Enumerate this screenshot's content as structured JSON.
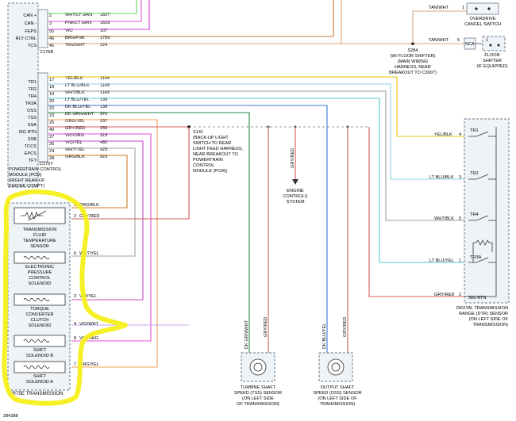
{
  "pcm": {
    "pins_top": [
      {
        "pin": "2",
        "color": "WHT/LT GRN",
        "circuit": "1827",
        "label": "CAN +"
      },
      {
        "pin": "3",
        "color": "PNK/LT GRN",
        "circuit": "1828",
        "label": "CAN -"
      },
      {
        "pin": "55",
        "color": "VIO",
        "circuit": "107",
        "label": "FEPS"
      },
      {
        "pin": "46",
        "color": "BRN/PNK",
        "circuit": "1789",
        "label": "RLY CTRL"
      },
      {
        "pin": "45",
        "color": "TAN/WHT",
        "circuit": "224",
        "label": "TCS"
      }
    ],
    "connector_top": "C175B",
    "pins_bottom": [
      {
        "pin": "17",
        "color": "YEL/BLK",
        "circuit": "1144",
        "label": "TR1"
      },
      {
        "pin": "18",
        "color": "LT BLU/BLK",
        "circuit": "1145",
        "label": "TR2"
      },
      {
        "pin": "19",
        "color": "WHT/BLK",
        "circuit": "1143",
        "label": "TR4"
      },
      {
        "pin": "20",
        "color": "LT BLU/YEL",
        "circuit": "199",
        "label": "TR3A"
      },
      {
        "pin": "22",
        "color": "DK BLU/YEL",
        "circuit": "136",
        "label": "OSS"
      },
      {
        "pin": "23",
        "color": "DK GRN/WHT",
        "circuit": "970",
        "label": "TSS"
      },
      {
        "pin": "25",
        "color": "ORG/YEL",
        "circuit": "237",
        "label": "SSA"
      },
      {
        "pin": "40",
        "color": "GRY/RED",
        "circuit": "359",
        "label": "SIG RTN"
      },
      {
        "pin": "27",
        "color": "VIO/ORG",
        "circuit": "315",
        "label": "SSB"
      },
      {
        "pin": "26",
        "color": "VIO/YEL",
        "circuit": "480",
        "label": "TCCS"
      },
      {
        "pin": "24",
        "color": "WHT/YEL",
        "circuit": "925",
        "label": "EPCS"
      },
      {
        "pin": "28",
        "color": "ORG/BLK",
        "circuit": "923",
        "label": "TFT"
      }
    ],
    "connector_bottom": "C175T",
    "description": [
      "POWERTRAIN CONTROL",
      "MODULE (PCM)",
      "(RIGHT REAR OF",
      "ENGINE COMPT)"
    ]
  },
  "overdrive": {
    "wire": "TAN/WHT",
    "pin": "1",
    "label": [
      "OVERDRIVE",
      "CANCEL SWITCH"
    ]
  },
  "floor_shifter": {
    "wire": "TAN/WHT",
    "pin": "5",
    "nca": "NCA",
    "pin2": "1",
    "label": [
      "FLOOR",
      "SHIFTER",
      "(IF EQUIPPED)"
    ]
  },
  "splice_s284": {
    "id": "S284",
    "label": [
      "(W/ FLOOR SHIFTER)",
      "(MAIN WIRING",
      "HARNESS, NEAR",
      "BREAKOUT TO C3007)"
    ]
  },
  "splice_s141": {
    "id": "S141",
    "label": [
      "(BACK-UP LIGHT",
      "SWITCH TO REAR",
      "LIGHT FEED HARNESS,",
      "NEAR BREAKOUT TO",
      "POWERTRAIN",
      "CONTROL",
      "MODULE (PCM))"
    ]
  },
  "ecs": {
    "wire": "GRY/RED",
    "label": [
      "ENGINE",
      "CONTROLS",
      "SYSTEM"
    ]
  },
  "dtr": {
    "switches": [
      "TR1",
      "TR2",
      "TR4",
      "TR3A"
    ],
    "pins": [
      {
        "pin": "4",
        "color": "YEL/BLK"
      },
      {
        "pin": "3",
        "color": "LT BLU/BLK"
      },
      {
        "pin": "5",
        "color": "WHT/BLK"
      },
      {
        "pin": "1",
        "color": "LT BLU/YEL"
      },
      {
        "pin": "2",
        "color": "GRY/RED"
      }
    ],
    "sig_rtn": "SIG RTN",
    "label": [
      "DIGITAL TRANSMISSION",
      "RANGE (DTR) SENSOR",
      "(ON LEFT SIDE OF",
      "TRANSMISSION)"
    ]
  },
  "transmission": {
    "title": "4R75E TRANSMISSION",
    "components": [
      {
        "name": [
          "TRANSMISSION",
          "FLUID",
          "TEMPERATURE",
          "SENSOR"
        ],
        "pins": [
          {
            "pin": "5",
            "color": "ORG/BLK"
          },
          {
            "pin": "2",
            "color": "GRY/RED"
          }
        ]
      },
      {
        "name": [
          "ELECTRONIC",
          "PRESSURE",
          "CONTROL",
          "SOLENOID"
        ],
        "pins": [
          {
            "pin": "6",
            "color": "WHT/YEL"
          }
        ]
      },
      {
        "name": [
          "TORQUE",
          "CONVERTER",
          "CLUTCH",
          "SOLENOID"
        ],
        "pins": [
          {
            "pin": "3",
            "color": "VIO/YEL"
          },
          {
            "pin": "4",
            "color": "VIO/WHT"
          }
        ]
      },
      {
        "name": [
          "SHIFT",
          "SOLENOID B"
        ],
        "pins": [
          {
            "pin": "8",
            "color": "VIO/ORG"
          }
        ]
      },
      {
        "name": [
          "SHIFT",
          "SOLENOID A"
        ],
        "pins": [
          {
            "pin": "7",
            "color": "ORG/YEL"
          }
        ]
      }
    ]
  },
  "tss": {
    "wires": [
      "DK GRN/WHT",
      "GRY/RED"
    ],
    "label": [
      "TURBINE SHAFT",
      "SPEED (TSS) SENSOR",
      "(ON LEFT SIDE",
      "OF TRANSMISSION)"
    ]
  },
  "oss": {
    "wires": [
      "DK BLU/YEL",
      "GRY/RED"
    ],
    "label": [
      "OUTPUT SHAFT",
      "SPEED (OSS) SENSOR",
      "(ON LEFT SIDE OF",
      "TRANSMISSION)"
    ]
  },
  "figure_id": "284388"
}
